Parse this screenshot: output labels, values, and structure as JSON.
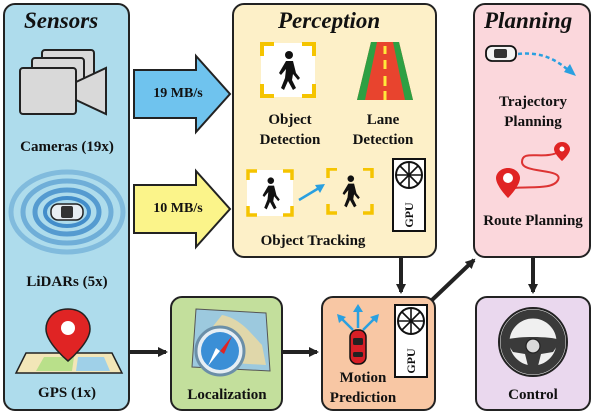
{
  "sensors": {
    "title": "Sensors",
    "cameras": "Cameras (19x)",
    "lidars": "LiDARs (5x)",
    "gps": "GPS (1x)"
  },
  "perception": {
    "title": "Perception",
    "object_detection": "Object Detection",
    "lane_detection": "Lane Detection",
    "object_tracking": "Object Tracking",
    "gpu": "GPU"
  },
  "planning": {
    "title": "Planning",
    "trajectory": "Trajectory Planning",
    "route": "Route Planning"
  },
  "rates": {
    "cameras_rate": "19 MB/s",
    "lidar_rate": "10 MB/s"
  },
  "localization": {
    "label": "Localization"
  },
  "motion": {
    "label": "Motion Prediction",
    "gpu": "GPU"
  },
  "control": {
    "label": "Control"
  },
  "colors": {
    "sensors_bg": "#aedcec",
    "perception_bg": "#fdf0c8",
    "planning_bg": "#fbd7dc",
    "localization_bg": "#c3df9c",
    "motion_bg": "#f8c7a4",
    "control_bg": "#ead8ee",
    "arrow_blue": "#6fc3ee",
    "arrow_yellow": "#fbf48a",
    "pin_red": "#e02424"
  }
}
